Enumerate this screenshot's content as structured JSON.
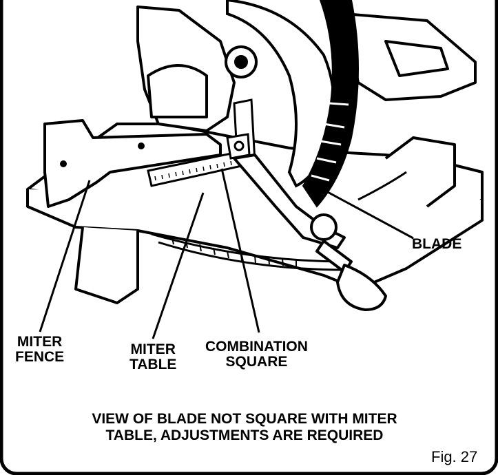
{
  "labels": {
    "blade": "BLADE",
    "miter_fence_line1": "MITER",
    "miter_fence_line2": "FENCE",
    "miter_table_line1": "MITER",
    "miter_table_line2": "TABLE",
    "combination_square_line1": "COMBINATION",
    "combination_square_line2": "SQUARE"
  },
  "caption": {
    "line1": "VIEW OF BLADE NOT SQUARE WITH MITER",
    "line2": "TABLE, ADJUSTMENTS ARE REQUIRED"
  },
  "figure_number": "Fig. 27",
  "colors": {
    "ink": "#000000",
    "paper": "#ffffff"
  }
}
